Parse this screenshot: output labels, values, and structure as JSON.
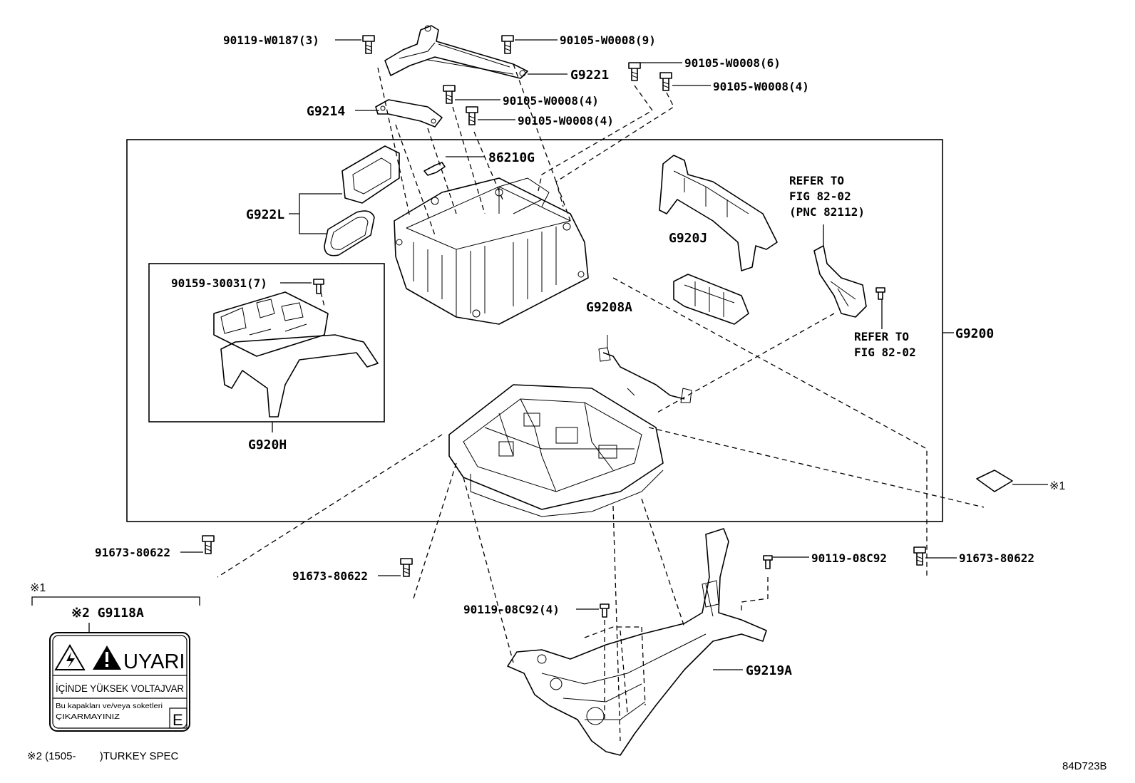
{
  "labels": {
    "bolt_90119_W0187": "90119-W0187(3)",
    "bolt_90105_W0008_9": "90105-W0008(9)",
    "bolt_90105_W0008_6": "90105-W0008(6)",
    "bolt_90105_W0008_4a": "90105-W0008(4)",
    "bolt_90105_W0008_4b": "90105-W0008(4)",
    "bolt_90105_W0008_4c": "90105-W0008(4)",
    "g9221": "G9221",
    "g9214": "G9214",
    "p86210g": "86210G",
    "g922l": "G922L",
    "g920j": "G920J",
    "refer1_l1": "REFER TO",
    "refer1_l2": "FIG 82-02",
    "refer1_l3": "(PNC 82112)",
    "screw_90159": "90159-30031(7)",
    "g9208a": "G9208A",
    "refer2_l1": "REFER TO",
    "refer2_l2": "FIG 82-02",
    "g9200": "G9200",
    "g920h": "G920H",
    "label_ref": "※1",
    "bolt_91673_a": "91673-80622",
    "bolt_91673_b": "91673-80622",
    "bolt_91673_c": "91673-80622",
    "bolt_90119_08C92": "90119-08C92",
    "bolt_90119_08C92_4": "90119-08C92(4)",
    "g9219a": "G9219A",
    "note1_mark": "※1",
    "note2_title": "※2 G9118A",
    "warn_title": "UYARI",
    "warn_line1": "İÇİNDE YÜKSEK VOLTAJVAR",
    "warn_line2": "Bu kapakları ve/veya soketleri",
    "warn_line3": "ÇIKARMAYINIZ",
    "warn_code": "E",
    "footnote": "※2 (1505-        )TURKEY SPEC",
    "figure_code": "84D723B"
  }
}
